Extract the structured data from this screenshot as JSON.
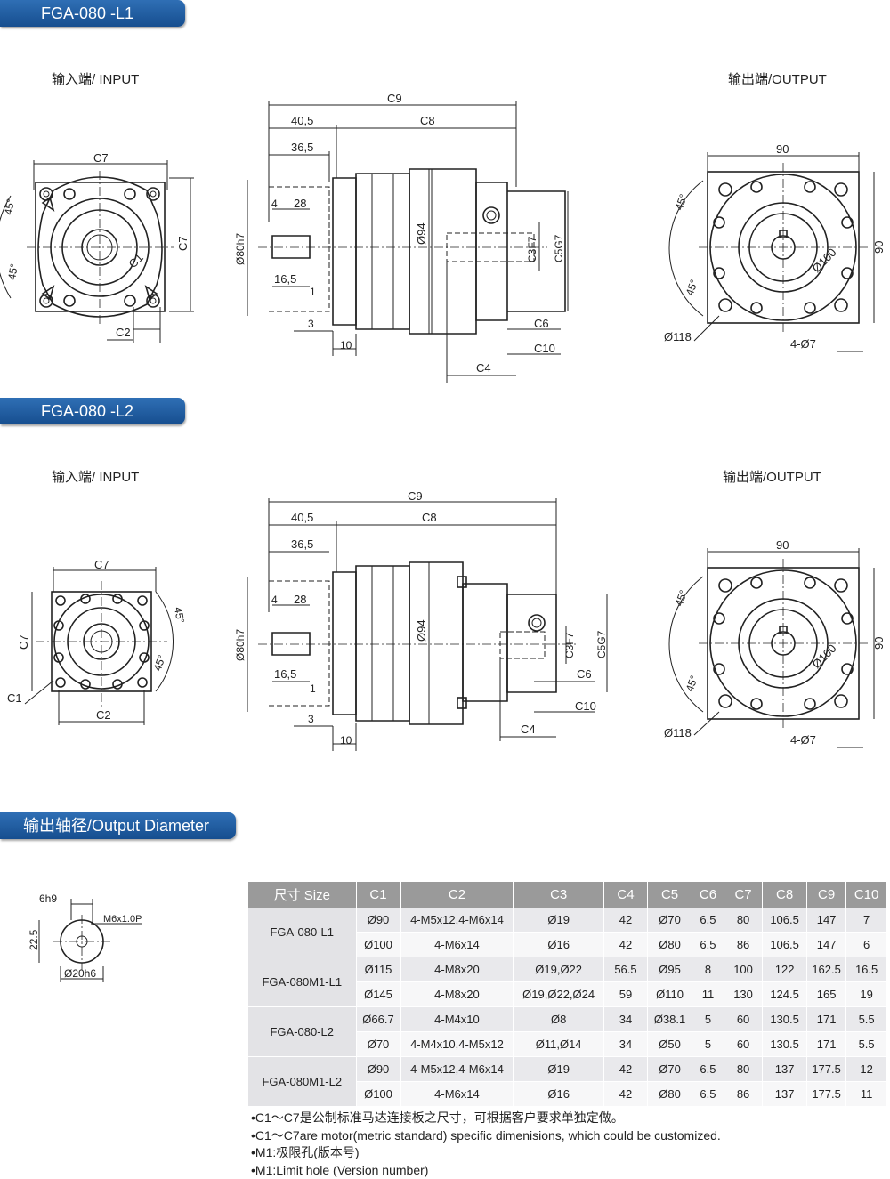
{
  "section_l1": {
    "title": "FGA-080 -L1",
    "input_label": "输入端/ INPUT",
    "output_label": "输出端/OUTPUT"
  },
  "section_l2": {
    "title": "FGA-080 -L2",
    "input_label": "输入端/ INPUT",
    "output_label": "输出端/OUTPUT"
  },
  "section_shaft": {
    "title": "输出轴径/Output Diameter"
  },
  "dims": {
    "c1": "C1",
    "c2": "C2",
    "c3": "C3F7",
    "c4": "C4",
    "c5": "C5G7",
    "c6": "C6",
    "c7": "C7",
    "c8": "C8",
    "c9": "C9",
    "c10": "C10",
    "d40_5": "40,5",
    "d36_5": "36,5",
    "d28": "28",
    "d4": "4",
    "d16_5": "16,5",
    "d1": "1",
    "d3": "3",
    "d10": "10",
    "dia80": "Ø80h7",
    "dia94": "Ø94",
    "d90": "90",
    "dia100": "Ø100",
    "dia118": "Ø118",
    "holes": "4-Ø7",
    "angle45": "45°"
  },
  "shaft": {
    "key": "6h9",
    "thread": "M6x1.0P",
    "height": "22.5",
    "dia": "Ø20h6"
  },
  "table": {
    "headers": [
      "尺寸 Size",
      "C1",
      "C2",
      "C3",
      "C4",
      "C5",
      "C6",
      "C7",
      "C8",
      "C9",
      "C10"
    ],
    "groups": [
      {
        "model": "FGA-080-L1",
        "rows": [
          [
            "Ø90",
            "4-M5x12,4-M6x14",
            "Ø19",
            "42",
            "Ø70",
            "6.5",
            "80",
            "106.5",
            "147",
            "7"
          ],
          [
            "Ø100",
            "4-M6x14",
            "Ø16",
            "42",
            "Ø80",
            "6.5",
            "86",
            "106.5",
            "147",
            "6"
          ]
        ]
      },
      {
        "model": "FGA-080M1-L1",
        "rows": [
          [
            "Ø115",
            "4-M8x20",
            "Ø19,Ø22",
            "56.5",
            "Ø95",
            "8",
            "100",
            "122",
            "162.5",
            "16.5"
          ],
          [
            "Ø145",
            "4-M8x20",
            "Ø19,Ø22,Ø24",
            "59",
            "Ø110",
            "11",
            "130",
            "124.5",
            "165",
            "19"
          ]
        ]
      },
      {
        "model": "FGA-080-L2",
        "rows": [
          [
            "Ø66.7",
            "4-M4x10",
            "Ø8",
            "34",
            "Ø38.1",
            "5",
            "60",
            "130.5",
            "171",
            "5.5"
          ],
          [
            "Ø70",
            "4-M4x10,4-M5x12",
            "Ø11,Ø14",
            "34",
            "Ø50",
            "5",
            "60",
            "130.5",
            "171",
            "5.5"
          ]
        ]
      },
      {
        "model": "FGA-080M1-L2",
        "rows": [
          [
            "Ø90",
            "4-M5x12,4-M6x14",
            "Ø19",
            "42",
            "Ø70",
            "6.5",
            "80",
            "137",
            "177.5",
            "12"
          ],
          [
            "Ø100",
            "4-M6x14",
            "Ø16",
            "42",
            "Ø80",
            "6.5",
            "86",
            "137",
            "177.5",
            "11"
          ]
        ]
      }
    ]
  },
  "notes": [
    "•C1～C7是公制标准马达连接板之尺寸，可根据客户要求单独定做。",
    "•C1～C7are motor(metric standard) specific dimenisions, which could be customized.",
    "•M1:极限孔(版本号)",
    "•M1:Limit hole (Version number)"
  ]
}
